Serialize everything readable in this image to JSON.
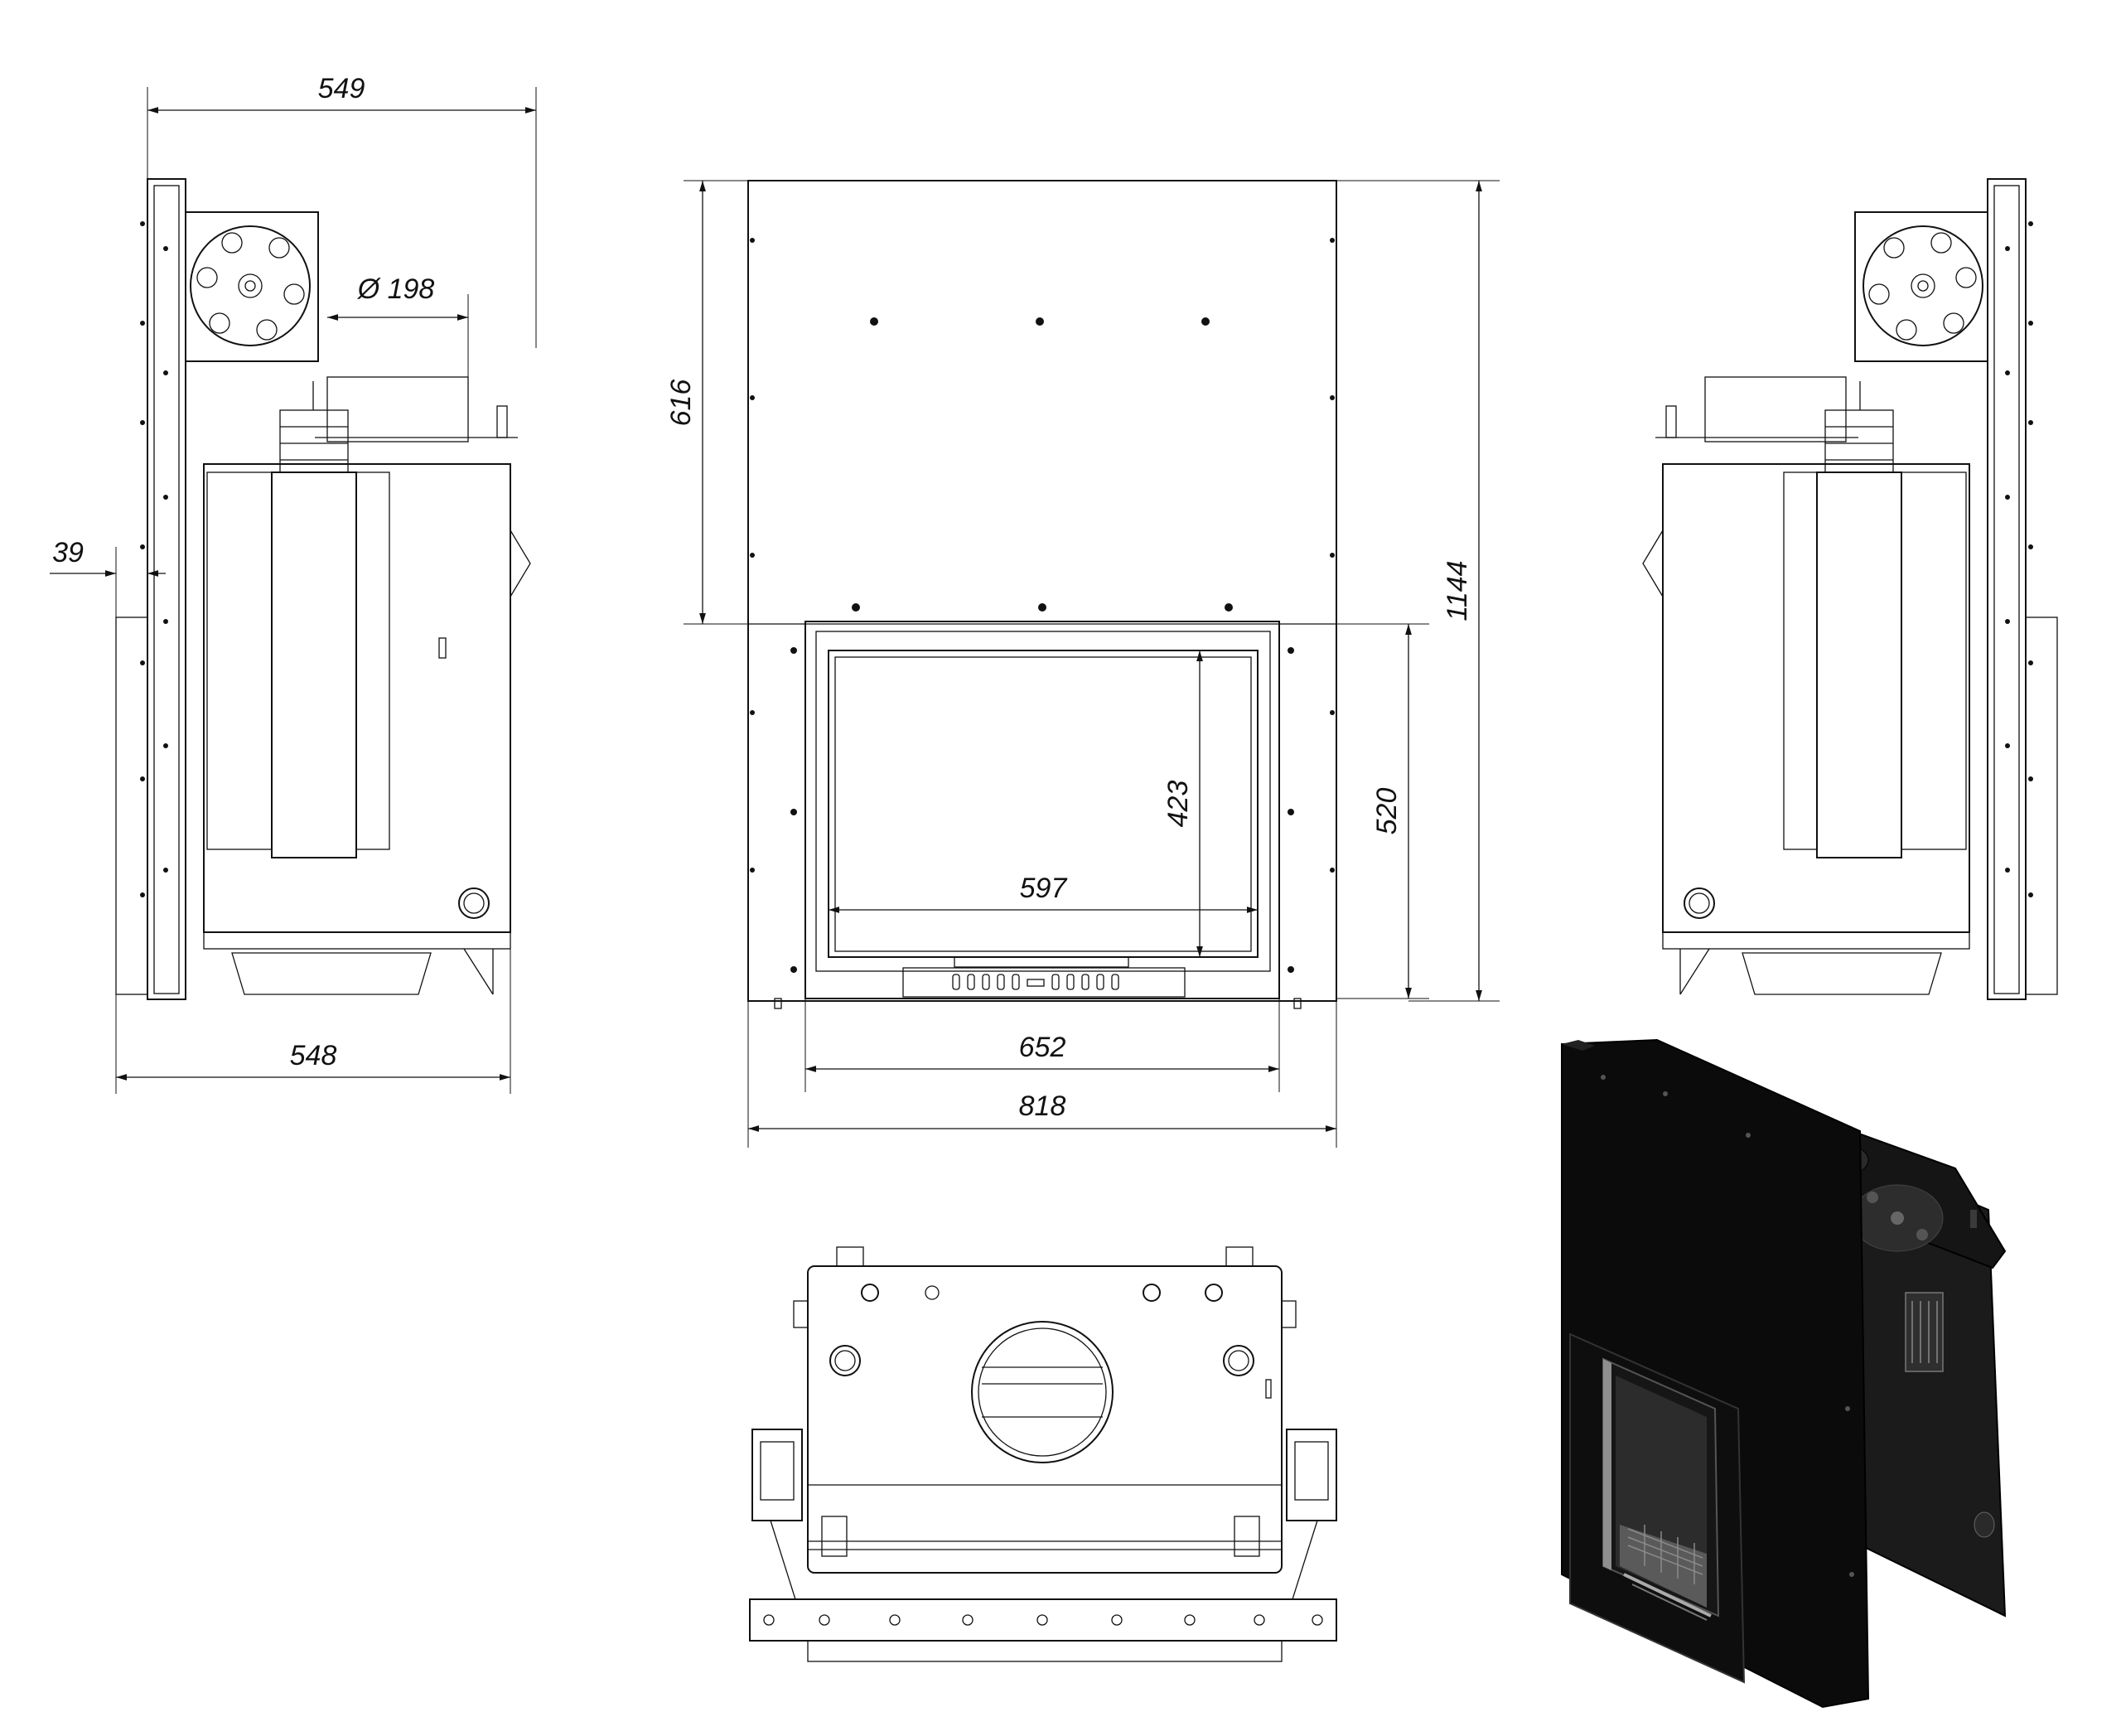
{
  "dimensions": {
    "side_depth_top": "549",
    "side_depth_bottom": "548",
    "flue_diameter": "Ø 198",
    "frame_thickness": "39",
    "upper_height": "616",
    "door_height": "520",
    "total_height": "1144",
    "glass_height": "423",
    "glass_width": "597",
    "door_width": "652",
    "total_width": "818"
  },
  "colors": {
    "line": "#111111",
    "background": "#ffffff",
    "body_black": "#0b0b0b"
  }
}
